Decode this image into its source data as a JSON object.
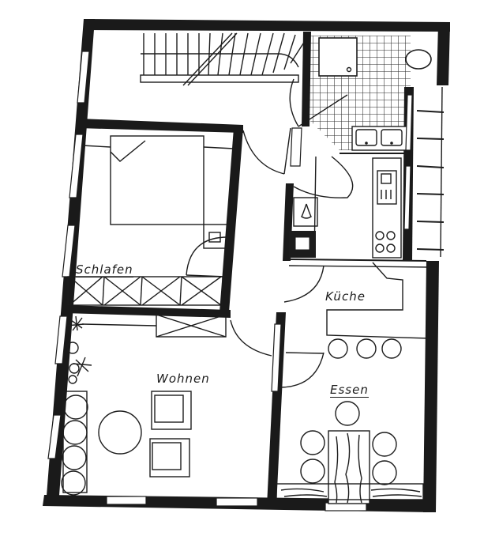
{
  "plan": {
    "type": "apartment floor plan (scanned sketch)",
    "rooms": [
      {
        "id": "schlafen",
        "label": "Schlafen",
        "meaning": "bedroom"
      },
      {
        "id": "wohnen",
        "label": "Wohnen",
        "meaning": "living room"
      },
      {
        "id": "kueche",
        "label": "Küche",
        "meaning": "kitchen"
      },
      {
        "id": "essen",
        "label": "Essen",
        "meaning": "dining"
      }
    ],
    "unlabeled_areas": [
      "staircase",
      "bathroom",
      "hallway",
      "balcony"
    ],
    "colors": {
      "ink": "#1c1c1c",
      "paper": "#ffffff"
    }
  }
}
